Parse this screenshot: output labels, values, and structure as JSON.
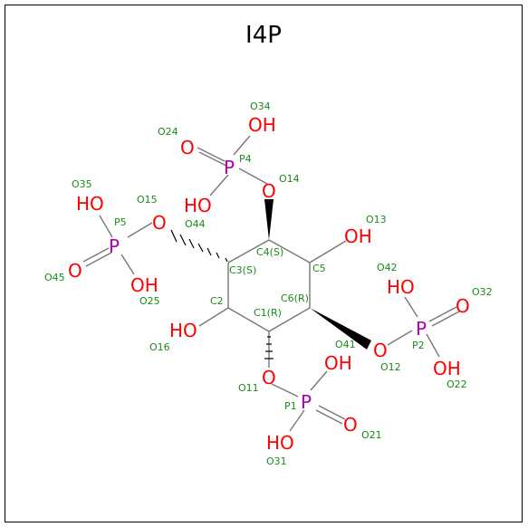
{
  "title": "I4P",
  "colors": {
    "label": "#1a8a1a",
    "oxygen": "#ff0000",
    "phosphorus": "#b000b0",
    "bond": "#777777",
    "wedge": "#000000"
  },
  "ring_labels": {
    "c1": "C1(R)",
    "c2": "C2",
    "c3": "C3(S)",
    "c4": "C4(S)",
    "c5": "C5",
    "c6": "C6(R)"
  },
  "atom_labels": {
    "o34": "O34",
    "o24": "O24",
    "p4": "P4",
    "o14": "O14",
    "o13": "O13",
    "o35": "O35",
    "o15": "O15",
    "p5": "P5",
    "o44": "O44",
    "o45": "O45",
    "o25": "O25",
    "o16": "O16",
    "o42": "O42",
    "o32": "O32",
    "o41": "O41",
    "p2": "P2",
    "o12": "O12",
    "o22": "O22",
    "o11": "O11",
    "p1": "P1",
    "o21": "O21",
    "o31": "O31"
  },
  "atoms": {
    "hydroxyl": "OH",
    "hydroxyl_left": "HO",
    "oxygen": "O",
    "phosphorus": "P"
  }
}
